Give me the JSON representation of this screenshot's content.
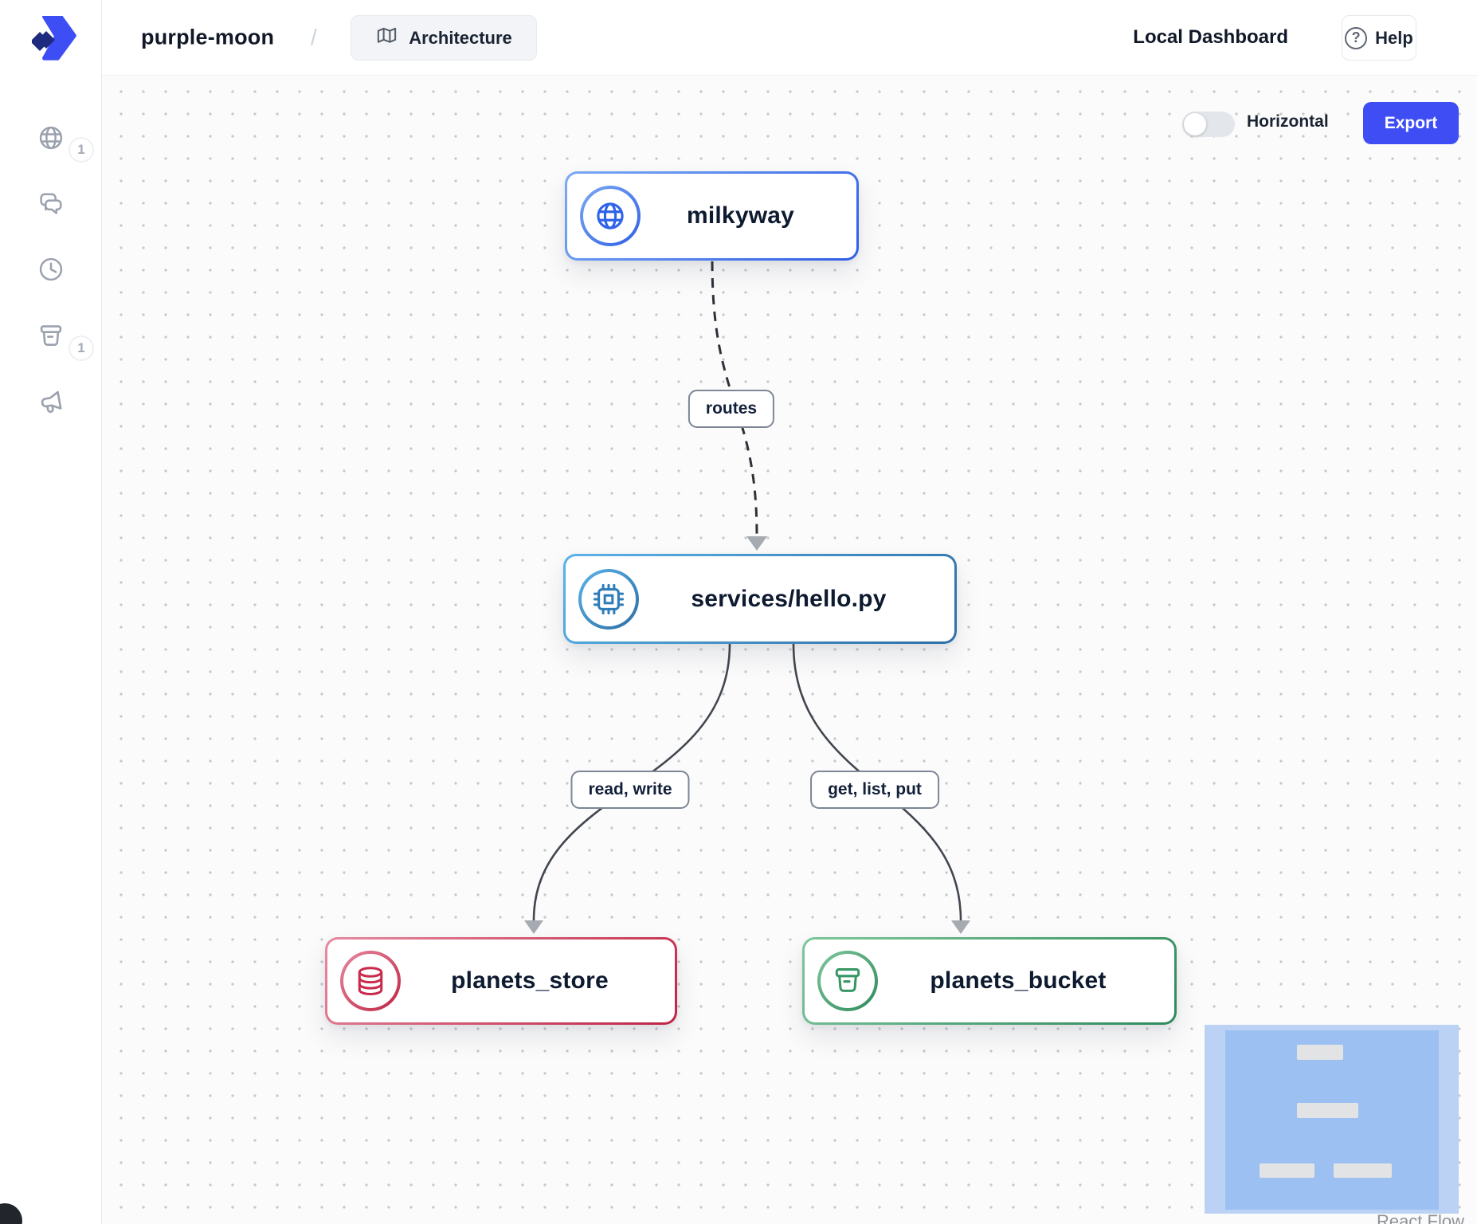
{
  "header": {
    "project_name": "purple-moon",
    "separator": "/",
    "architecture_label": "Architecture",
    "dashboard_title": "Local Dashboard",
    "help_label": "Help",
    "help_icon_glyph": "?"
  },
  "sidebar": {
    "items": [
      {
        "icon": "globe-icon",
        "badge": "1"
      },
      {
        "icon": "chat-icon",
        "badge": ""
      },
      {
        "icon": "clock-icon",
        "badge": ""
      },
      {
        "icon": "bucket-icon",
        "badge": "1"
      },
      {
        "icon": "megaphone-icon",
        "badge": ""
      }
    ]
  },
  "canvas": {
    "orientation_toggle_label": "Horizontal",
    "orientation_toggle_state": "off",
    "export_label": "Export",
    "attribution": "React Flow",
    "nodes": [
      {
        "label": "milkyway",
        "icon": "globe-icon",
        "accent_from": "#7caaf4",
        "accent_to": "#2f5ee6"
      },
      {
        "label": "services/hello.py",
        "icon": "cpu-icon",
        "accent_from": "#5ab3e8",
        "accent_to": "#2d6ea6"
      },
      {
        "label": "planets_store",
        "icon": "database-icon",
        "accent_from": "#e68ba1",
        "accent_to": "#bf2443"
      },
      {
        "label": "planets_bucket",
        "icon": "bucket-icon",
        "accent_from": "#7ec79c",
        "accent_to": "#2f8a5b"
      }
    ],
    "edges": [
      {
        "from": "milkyway",
        "to": "services/hello.py",
        "label": "routes",
        "style": "dashed"
      },
      {
        "from": "services/hello.py",
        "to": "planets_store",
        "label": "read, write",
        "style": "solid"
      },
      {
        "from": "services/hello.py",
        "to": "planets_bucket",
        "label": "get, list, put",
        "style": "solid"
      }
    ]
  }
}
